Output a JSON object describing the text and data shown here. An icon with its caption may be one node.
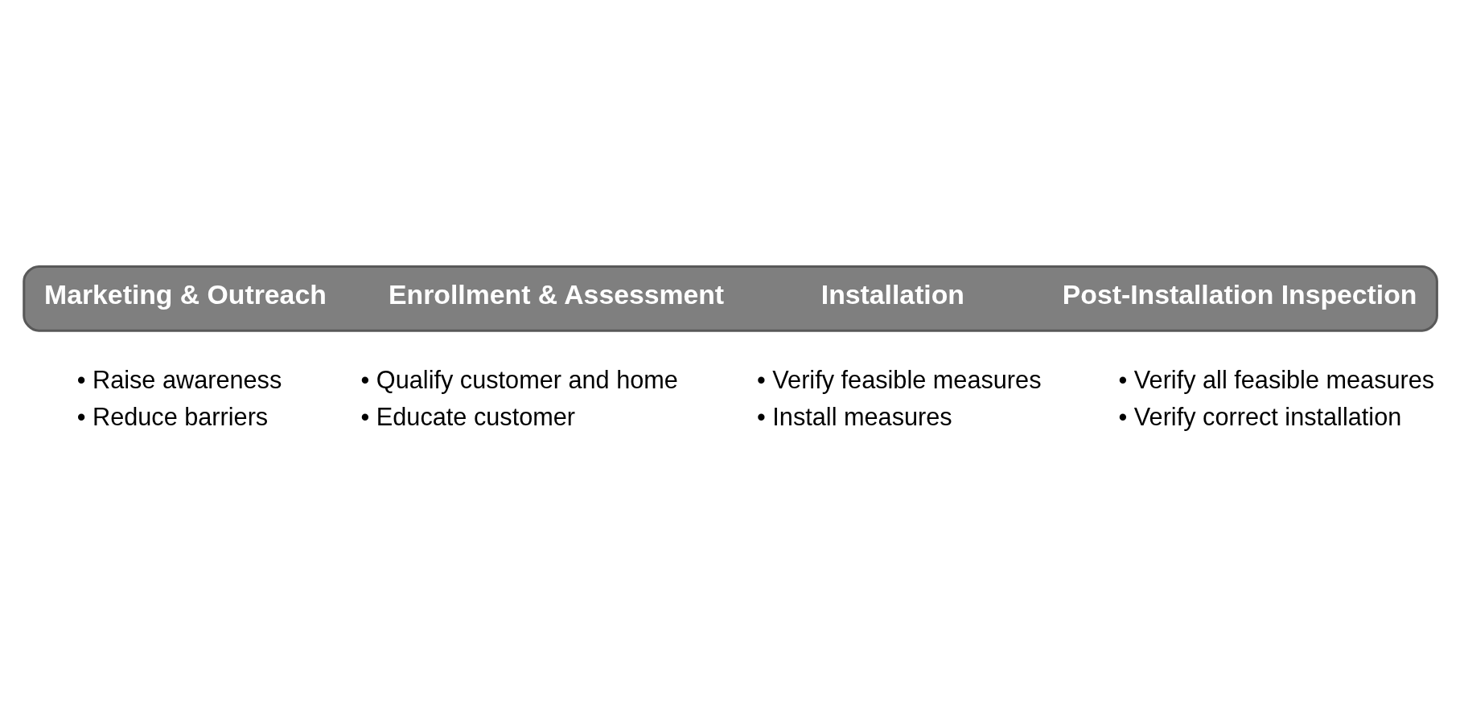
{
  "diagram": {
    "nodes": [
      {
        "text": [],
        "shape": "arrow"
      },
      {
        "text": [
          "Marketing & Outreach"
        ],
        "in": 0,
        "beside": [
          "• Raise awareness",
          "• Reduce barriers"
        ]
      },
      {
        "text": [
          "Enrollment & Assessment"
        ],
        "in": 0,
        "beside": [
          "• Qualify customer and home",
          "• Educate customer"
        ]
      },
      {
        "text": [
          "Installation"
        ],
        "in": 0,
        "beside": [
          "• Verify feasible measures",
          "• Install measures"
        ]
      },
      {
        "text": [
          "Post-Installation Inspection"
        ],
        "in": 0,
        "beside": [
          "• Verify all feasible measures",
          "• Verify correct installation"
        ]
      }
    ],
    "edges": []
  }
}
